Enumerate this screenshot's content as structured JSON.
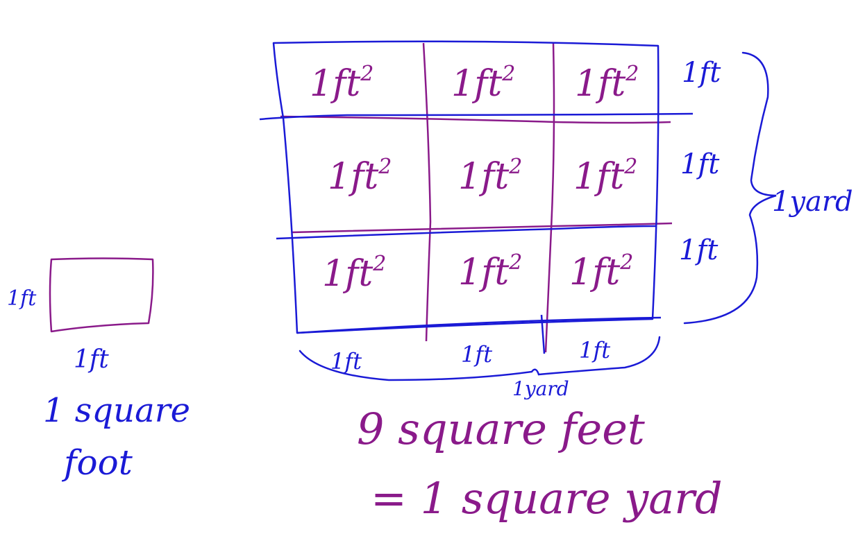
{
  "colors": {
    "blue": "#1a1ad6",
    "purple": "#8a1a8a",
    "background": "#ffffff"
  },
  "small_square": {
    "side_label_left": "1ft",
    "side_label_bottom": "1ft",
    "caption_line1": "1 square",
    "caption_line2": "foot"
  },
  "grid": {
    "cell_label_base": "1ft",
    "cell_label_exp": "2",
    "rows": 3,
    "cols": 3,
    "right_labels": [
      "1ft",
      "1ft",
      "1ft"
    ],
    "bottom_labels": [
      "1ft",
      "1ft",
      "1ft"
    ],
    "right_brace_label": "1yard",
    "bottom_brace_label": "1yard"
  },
  "conclusion": {
    "line1": "9 square feet",
    "line2": "= 1 square yard"
  }
}
